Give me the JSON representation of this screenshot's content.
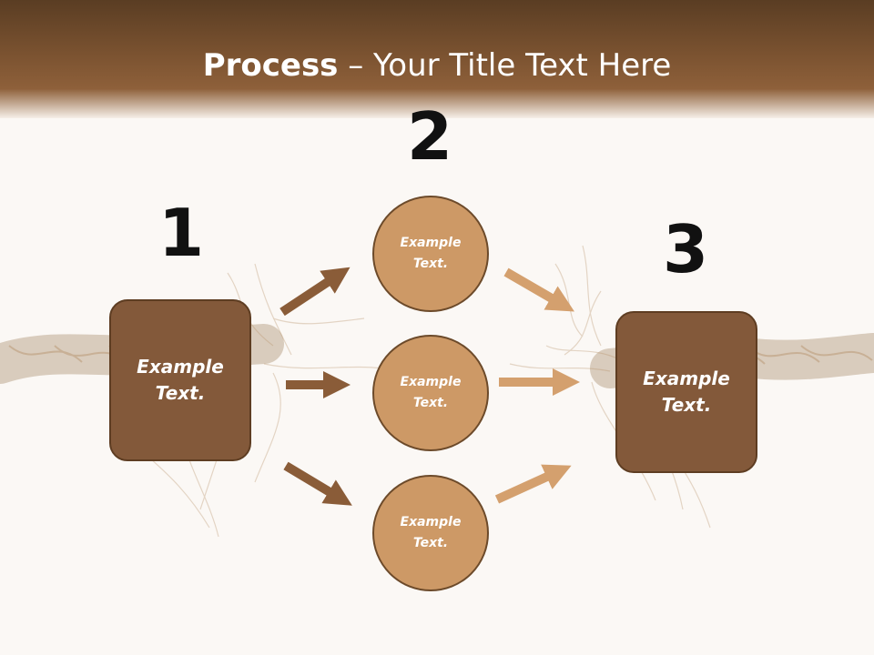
{
  "title": {
    "bold": "Process",
    "rest": " – Your Title Text Here"
  },
  "steps": [
    {
      "number": "1",
      "label": "Example\nText."
    },
    {
      "number": "2",
      "items": [
        "Example\nText.",
        "Example\nText.",
        "Example\nText."
      ]
    },
    {
      "number": "3",
      "label": "Example\nText."
    }
  ],
  "colors": {
    "header": "#7a5230",
    "box_fill": "#83593a",
    "circle_fill": "#cd9966",
    "arrow_dark": "#8a5c38",
    "arrow_light": "#d4a06e"
  }
}
